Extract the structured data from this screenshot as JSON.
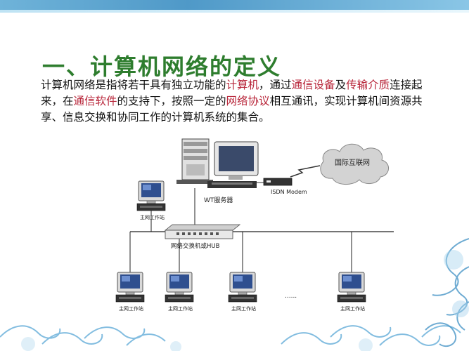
{
  "slide": {
    "title": "一、计算机网络的定义",
    "paragraph": [
      {
        "text": "计算机网络是指将若干具有独立功能的",
        "highlight": false
      },
      {
        "text": "计算机",
        "highlight": true
      },
      {
        "text": "，通过",
        "highlight": false
      },
      {
        "text": "通信设备",
        "highlight": true
      },
      {
        "text": "及",
        "highlight": false
      },
      {
        "text": "传输介质",
        "highlight": true
      },
      {
        "text": "连接起来，在",
        "highlight": false
      },
      {
        "text": "通信软件",
        "highlight": true
      },
      {
        "text": "的支持下，按照一定的",
        "highlight": false
      },
      {
        "text": "网络协议",
        "highlight": true
      },
      {
        "text": "相互通讯，实现计算机间资源共享、信息交换和协同工作的计算机系统的集合。",
        "highlight": false
      }
    ]
  },
  "diagram": {
    "cloud_label": "国际互联网",
    "modem_label": "ISDN Modem",
    "server_label": "WT服务器",
    "hub_label": "网络交换机或HUB",
    "workstation_label": "主网工作站",
    "ellipsis": "......"
  },
  "colors": {
    "title": "#2e7d2e",
    "highlight": "#b8263a",
    "text": "#111111",
    "decor": "#5aa8d6"
  }
}
